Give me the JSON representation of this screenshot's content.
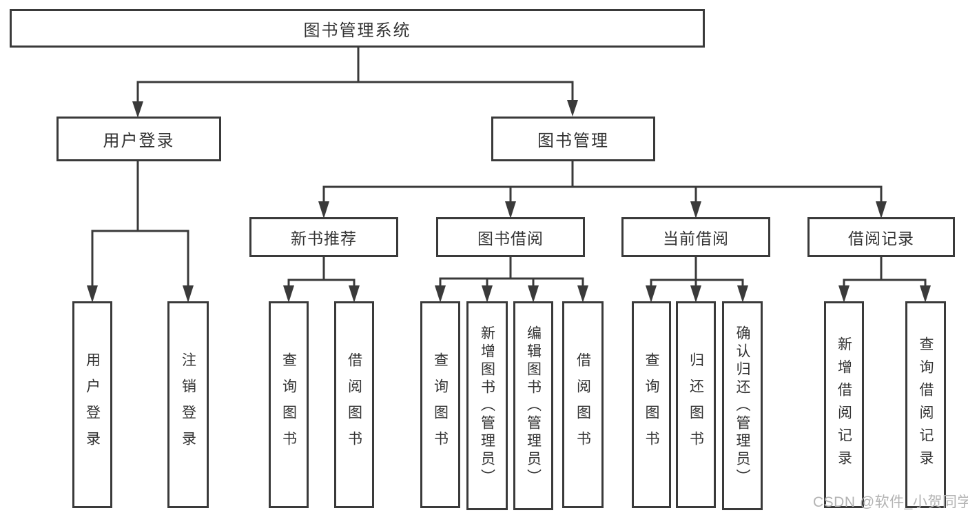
{
  "chart": {
    "root": "图书管理系统",
    "branches": [
      {
        "label": "用户登录",
        "children": [
          "用户登录",
          "注销登录"
        ]
      },
      {
        "label": "图书管理",
        "sections": [
          {
            "label": "新书推荐",
            "children": [
              "查询图书",
              "借阅图书"
            ]
          },
          {
            "label": "图书借阅",
            "children": [
              "查询图书",
              "新增图书（管理员）",
              "编辑图书（管理员）",
              "借阅图书"
            ]
          },
          {
            "label": "当前借阅",
            "children": [
              "查询图书",
              "归还图书",
              "确认归还（管理员）"
            ]
          },
          {
            "label": "借阅记录",
            "children": [
              "新增借阅记录",
              "查询借阅记录"
            ]
          }
        ]
      }
    ]
  },
  "watermark": "CSDN @软件_小贺同学",
  "colors": {
    "line": "#3a3a3a",
    "text": "#333333",
    "watermark": "#b3b3b3",
    "background": "#ffffff"
  }
}
